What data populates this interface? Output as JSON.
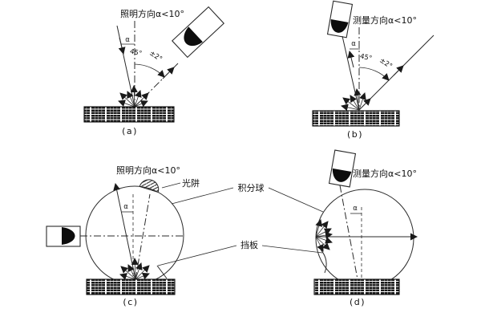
{
  "figure": {
    "panels": {
      "a": {
        "title": "照明方向α<10°",
        "angle_alpha": "α",
        "angle_45": "45°",
        "angle_tolerance": "±2°",
        "caption": "(a)"
      },
      "b": {
        "title": "测量方向α<10°",
        "angle_alpha": "α",
        "angle_45": "45°",
        "angle_tolerance": "±2°",
        "caption": "(b)"
      },
      "c": {
        "title": "照明方向α<10°",
        "angle_alpha": "α",
        "light_trap": "光阱",
        "caption": "(c)"
      },
      "d": {
        "title": "测量方向α<10°",
        "angle_alpha": "α",
        "caption": "(d)"
      }
    },
    "shared_labels": {
      "integrating_sphere": "积分球",
      "baffle": "挡板"
    },
    "colors": {
      "ink": "#2a2a2a",
      "text": "#111111",
      "background": "#ffffff"
    }
  }
}
